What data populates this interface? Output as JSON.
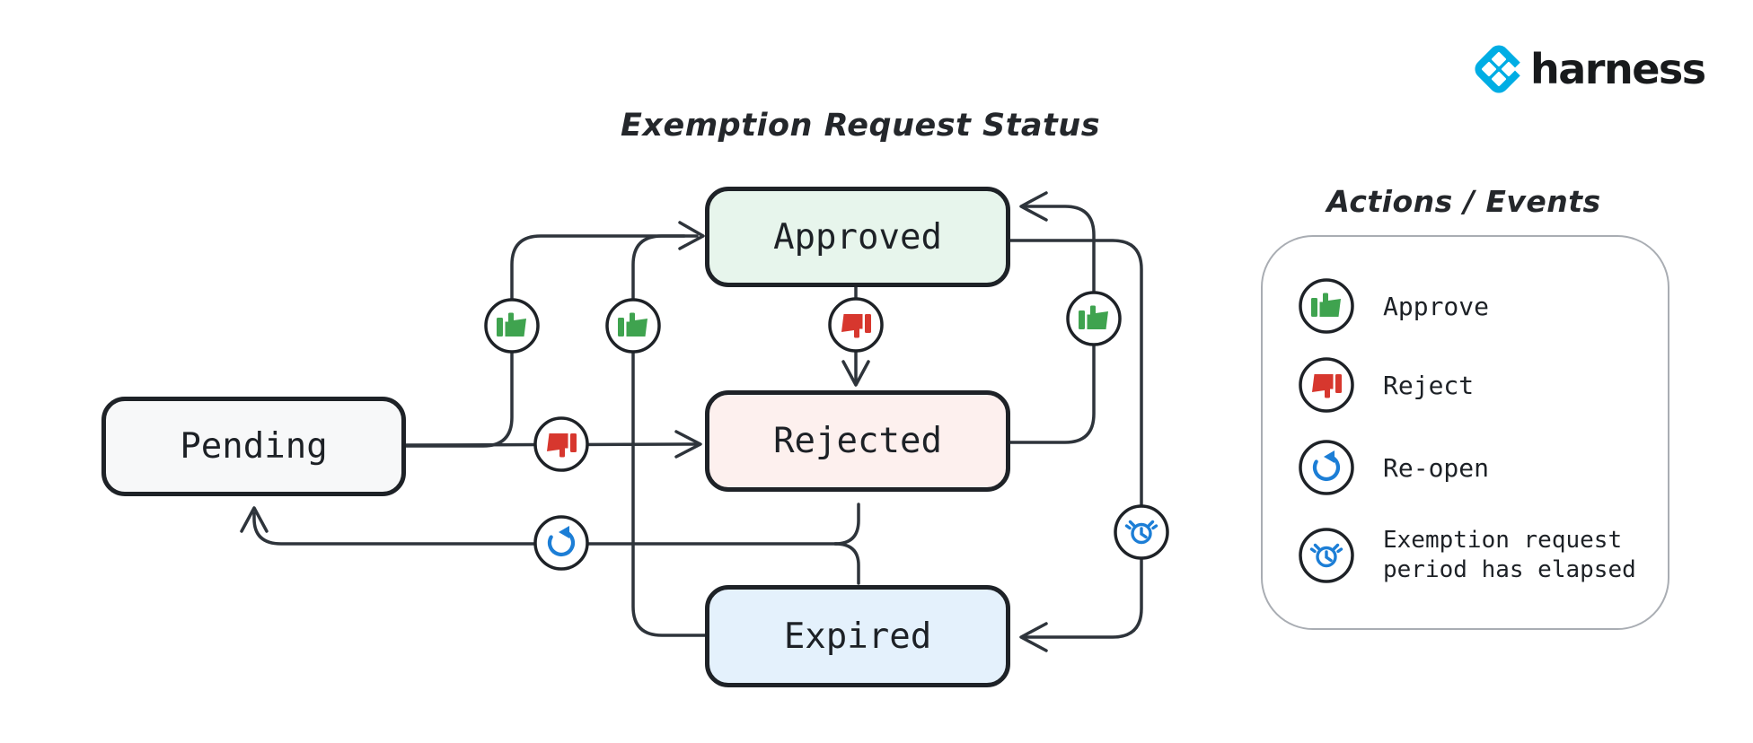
{
  "brand": {
    "name": "harness",
    "color": "#00ade4"
  },
  "diagram": {
    "title": "Exemption Request Status",
    "states": [
      {
        "name": "Pending",
        "fill": "#f7f8f9"
      },
      {
        "name": "Approved",
        "fill": "#e7f5ec"
      },
      {
        "name": "Rejected",
        "fill": "#fdf0ee"
      },
      {
        "name": "Expired",
        "fill": "#e4f1fc"
      }
    ],
    "transitions": [
      {
        "from": "Pending",
        "to": "Approved",
        "action": "Approve"
      },
      {
        "from": "Pending",
        "to": "Rejected",
        "action": "Reject"
      },
      {
        "from": "Approved",
        "to": "Rejected",
        "action": "Reject"
      },
      {
        "from": "Rejected",
        "to": "Approved",
        "action": "Approve"
      },
      {
        "from": "Expired",
        "to": "Approved",
        "action": "Approve"
      },
      {
        "from": "Approved",
        "to": "Expired",
        "action": "Exemption request period has elapsed"
      },
      {
        "from": "Rejected",
        "to": "Pending",
        "action": "Re-open"
      },
      {
        "from": "Expired",
        "to": "Pending",
        "action": "Re-open"
      }
    ]
  },
  "legend": {
    "title": "Actions / Events",
    "items": [
      {
        "icon": "thumbs-up-icon",
        "label": "Approve"
      },
      {
        "icon": "thumbs-down-icon",
        "label": "Reject"
      },
      {
        "icon": "reopen-icon",
        "label": "Re-open"
      },
      {
        "icon": "alarm-clock-icon",
        "label": "Exemption request period has elapsed",
        "lines": [
          "Exemption request",
          "period has elapsed"
        ]
      }
    ]
  },
  "colors": {
    "approve_green": "#3fa34f",
    "reject_red": "#d7372e",
    "event_blue": "#1c7ed6",
    "wire_stroke": "#2e343b"
  }
}
